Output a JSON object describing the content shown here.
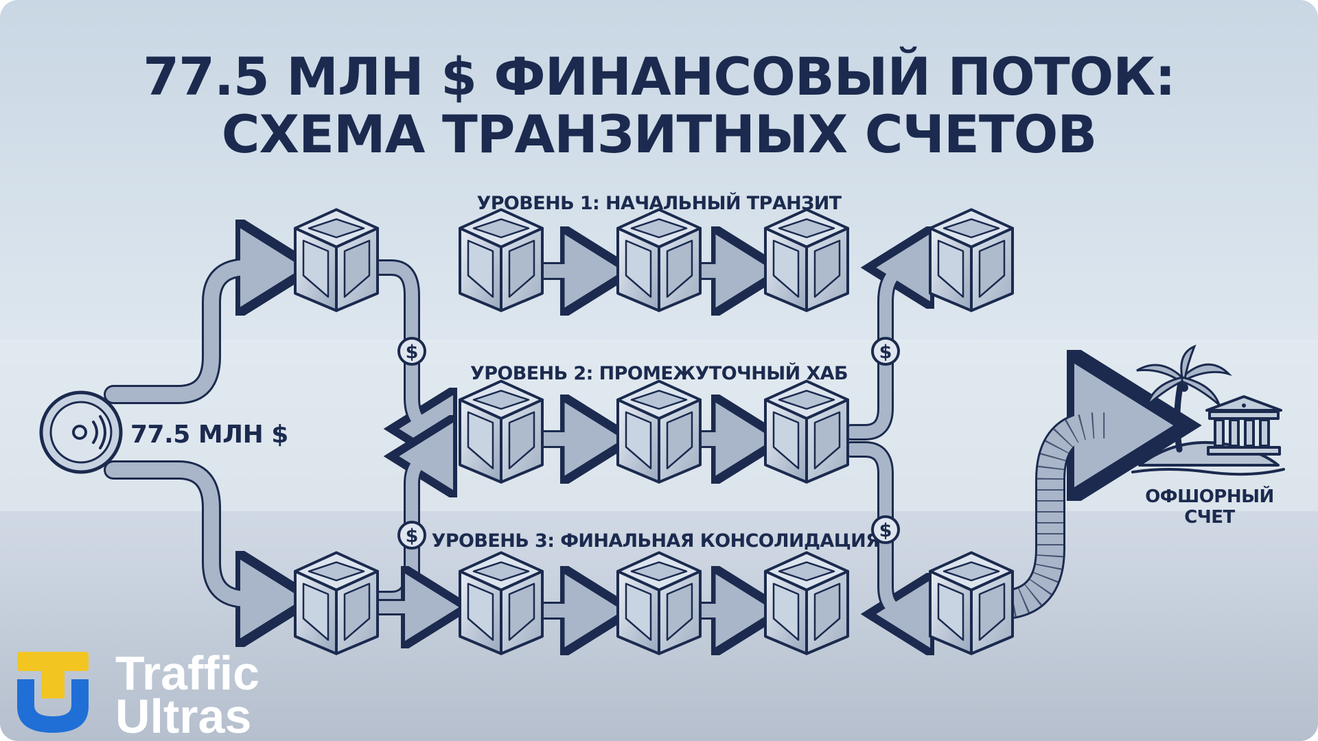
{
  "title": {
    "line1": "77.5 МЛН $ ФИНАНСОВЫЙ ПОТОК:",
    "line2": "СХЕМА ТРАНЗИТНЫХ СЧЕТОВ"
  },
  "levels": [
    {
      "label": "УРОВЕНЬ 1: НАЧАЛЬНЫЙ ТРАНЗИТ"
    },
    {
      "label": "УРОВЕНЬ 2: ПРОМЕЖУТОЧНЫЙ ХАБ"
    },
    {
      "label": "УРОВЕНЬ 3: ФИНАЛЬНАЯ КОНСОЛИДАЦИЯ"
    }
  ],
  "source": {
    "amount": "77.5 МЛН $"
  },
  "coin_symbol": "$",
  "destination": {
    "line1": "ОФШОРНЫЙ",
    "line2": "СЧЕТ"
  },
  "brand": {
    "line1": "Traffic",
    "line2": "Ultras",
    "accent": "#f2c521",
    "primary": "#1f6fd6"
  },
  "colors": {
    "ink": "#1b2a4e",
    "arrow_fill": "#a9b6c9",
    "cube_face": "#b9c6d8"
  }
}
